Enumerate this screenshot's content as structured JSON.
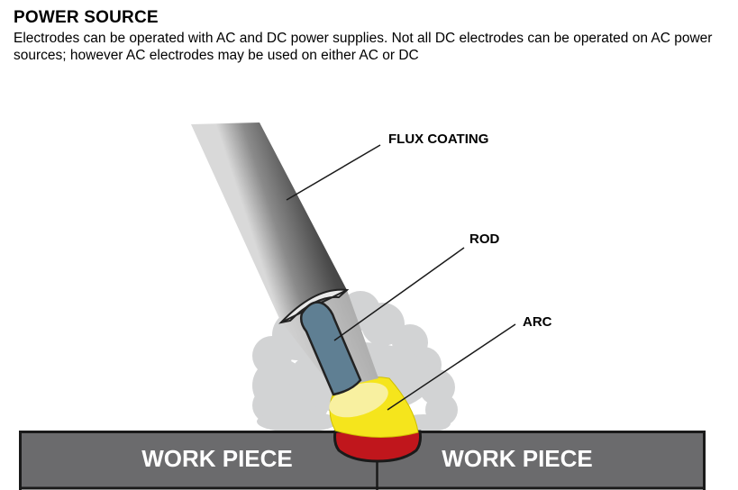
{
  "heading": "POWER SOURCE",
  "intro": "Electrodes can be operated with AC and DC power supplies. Not all DC electrodes can be operated on AC power sources; however AC electrodes may be used on either AC or DC",
  "diagram": {
    "labels": {
      "flux_coating": "FLUX COATING",
      "rod": "ROD",
      "arc": "ARC"
    },
    "work_piece_left": "WORK PIECE",
    "work_piece_right": "WORK PIECE"
  },
  "colors": {
    "flux_coating": "#4a4a4a",
    "rod": "#5f7f93",
    "arc": "#f5e51c",
    "weld_pool": "#c0161c",
    "work_piece": "#6b6b6d",
    "smoke": "#d2d3d4"
  }
}
